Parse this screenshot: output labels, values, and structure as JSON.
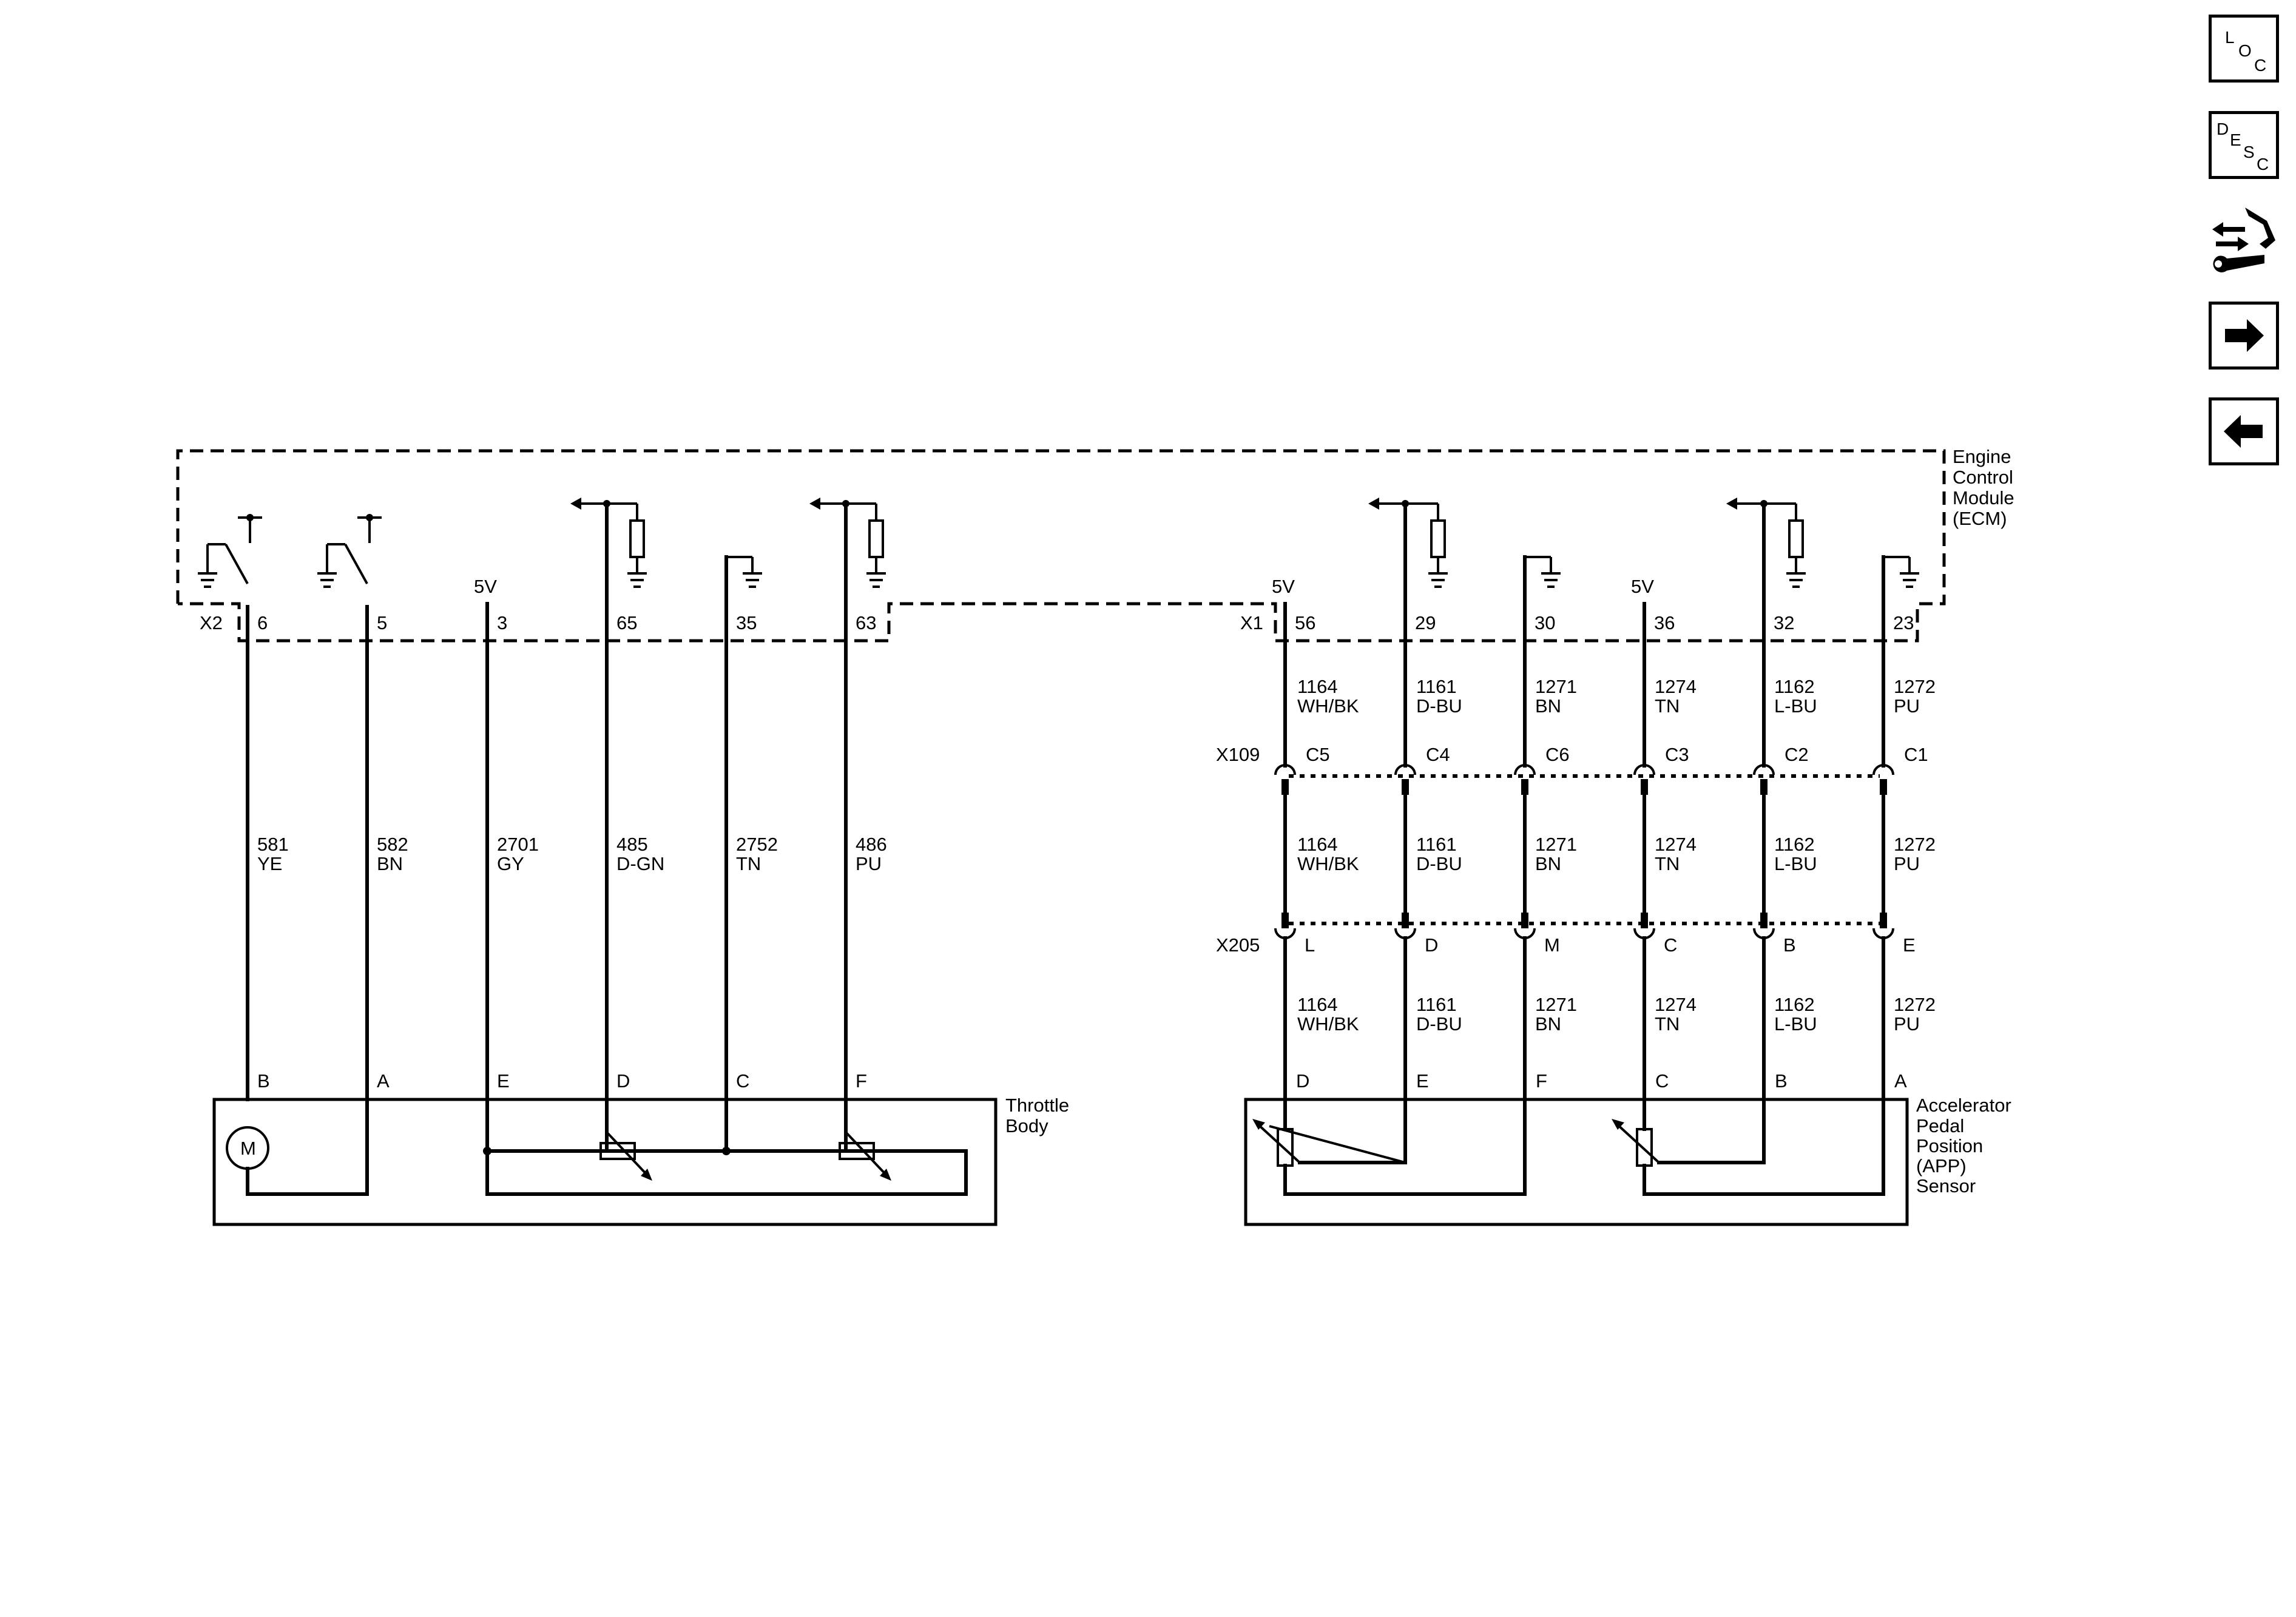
{
  "nav": {
    "loc": {
      "l1": "L",
      "l2": "O",
      "l3": "C"
    },
    "desc": {
      "l1": "D",
      "l2": "E",
      "l3": "S",
      "l4": "C"
    },
    "connector_icon": "connector-wrench-icon",
    "next_icon": "arrow-right-icon",
    "prev_icon": "arrow-left-icon"
  },
  "ecm": {
    "label_lines": [
      "Engine",
      "Control",
      "Module",
      "(ECM)"
    ],
    "x2_label": "X2",
    "x1_label": "X1",
    "left_pins": [
      "6",
      "5",
      "3",
      "65",
      "35",
      "63"
    ],
    "right_pins": [
      "56",
      "29",
      "30",
      "36",
      "32",
      "23"
    ],
    "v5_left": "5V",
    "v5_right_a": "5V",
    "v5_right_b": "5V"
  },
  "throttle_body": {
    "label_lines": [
      "Throttle",
      "Body"
    ],
    "motor": "M",
    "pins": [
      "B",
      "A",
      "E",
      "D",
      "C",
      "F"
    ],
    "circuits": [
      {
        "num": "581",
        "color": "YE"
      },
      {
        "num": "582",
        "color": "BN"
      },
      {
        "num": "2701",
        "color": "GY"
      },
      {
        "num": "485",
        "color": "D-GN"
      },
      {
        "num": "2752",
        "color": "TN"
      },
      {
        "num": "486",
        "color": "PU"
      }
    ]
  },
  "app_sensor": {
    "label_lines": [
      "Accelerator",
      "Pedal",
      "Position",
      "(APP)",
      "Sensor"
    ],
    "circuits": [
      {
        "num": "1164",
        "color": "WH/BK"
      },
      {
        "num": "1161",
        "color": "D-BU"
      },
      {
        "num": "1271",
        "color": "BN"
      },
      {
        "num": "1274",
        "color": "TN"
      },
      {
        "num": "1162",
        "color": "L-BU"
      },
      {
        "num": "1272",
        "color": "PU"
      }
    ],
    "x109_label": "X109",
    "x109_pins": [
      "C5",
      "C4",
      "C6",
      "C3",
      "C2",
      "C1"
    ],
    "x205_label": "X205",
    "x205_pins": [
      "L",
      "D",
      "M",
      "C",
      "B",
      "E"
    ],
    "sensor_pins": [
      "D",
      "E",
      "F",
      "C",
      "B",
      "A"
    ]
  }
}
